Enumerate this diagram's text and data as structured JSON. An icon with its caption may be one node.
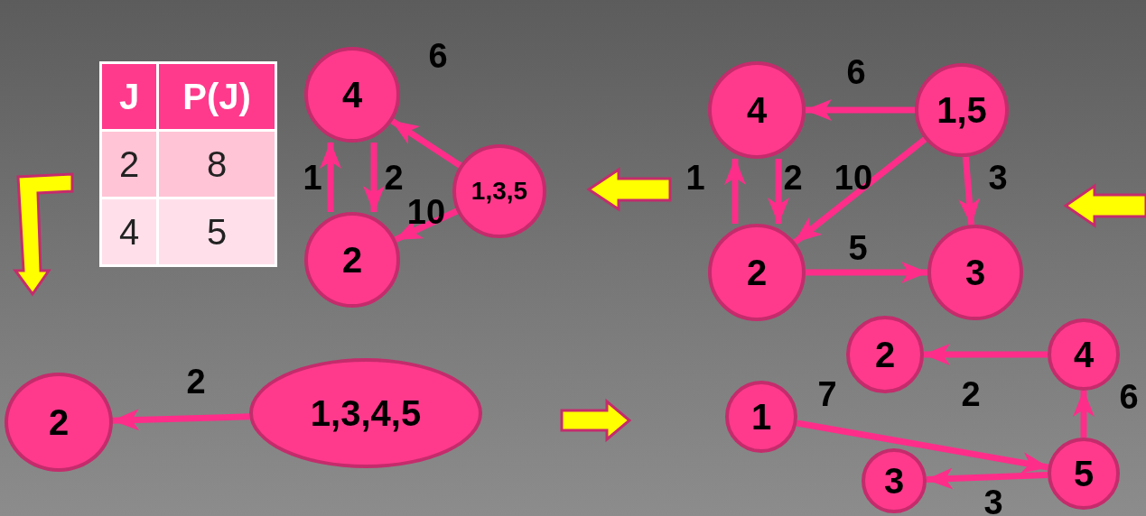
{
  "diagram": {
    "nodes": [
      {
        "text": [
          "4"
        ]
      },
      {
        "text": [
          "1,3,5"
        ]
      },
      {
        "text": [
          "2"
        ]
      },
      {
        "text": [
          "4"
        ]
      },
      {
        "text": [
          "1,5"
        ]
      },
      {
        "text": [
          "2"
        ]
      },
      {
        "text": [
          "3"
        ]
      },
      {
        "text": [
          "2"
        ]
      },
      {
        "text": [
          "1,3,4,5"
        ]
      },
      {
        "text": [
          "2"
        ]
      },
      {
        "text": [
          "4"
        ]
      },
      {
        "text": [
          "1"
        ]
      },
      {
        "text": [
          "3"
        ]
      },
      {
        "text": [
          "5"
        ]
      }
    ],
    "edges": [
      {
        "from": 1,
        "to": 0,
        "arrow": "to",
        "label": "6"
      },
      {
        "from": 0,
        "to": 2,
        "arrow": "to",
        "label": "2"
      },
      {
        "from": 2,
        "to": 0,
        "arrow": "to",
        "label": "1"
      },
      {
        "from": 1,
        "to": 2,
        "arrow": "to",
        "label": "10"
      },
      {
        "from": 4,
        "to": 3,
        "arrow": "to",
        "label": "6"
      },
      {
        "from": 3,
        "to": 5,
        "arrow": "to",
        "label": "2"
      },
      {
        "from": 5,
        "to": 3,
        "arrow": "to",
        "label": "1"
      },
      {
        "from": 4,
        "to": 5,
        "arrow": "to",
        "label": "10"
      },
      {
        "from": 4,
        "to": 6,
        "arrow": "to",
        "label": "3"
      },
      {
        "from": 5,
        "to": 6,
        "arrow": "to",
        "label": "5"
      },
      {
        "from": 8,
        "to": 7,
        "arrow": "to",
        "label": "2"
      },
      {
        "from": 10,
        "to": 9,
        "arrow": "to",
        "label": "2"
      },
      {
        "from": 11,
        "to": 13,
        "arrow": "to",
        "label": "7"
      },
      {
        "from": 13,
        "to": 10,
        "arrow": "to",
        "label": "6"
      },
      {
        "from": 13,
        "to": 12,
        "arrow": "to",
        "label": "3"
      }
    ],
    "labels": [
      "J",
      "P(J)",
      "2",
      "8",
      "4",
      "5"
    ]
  }
}
